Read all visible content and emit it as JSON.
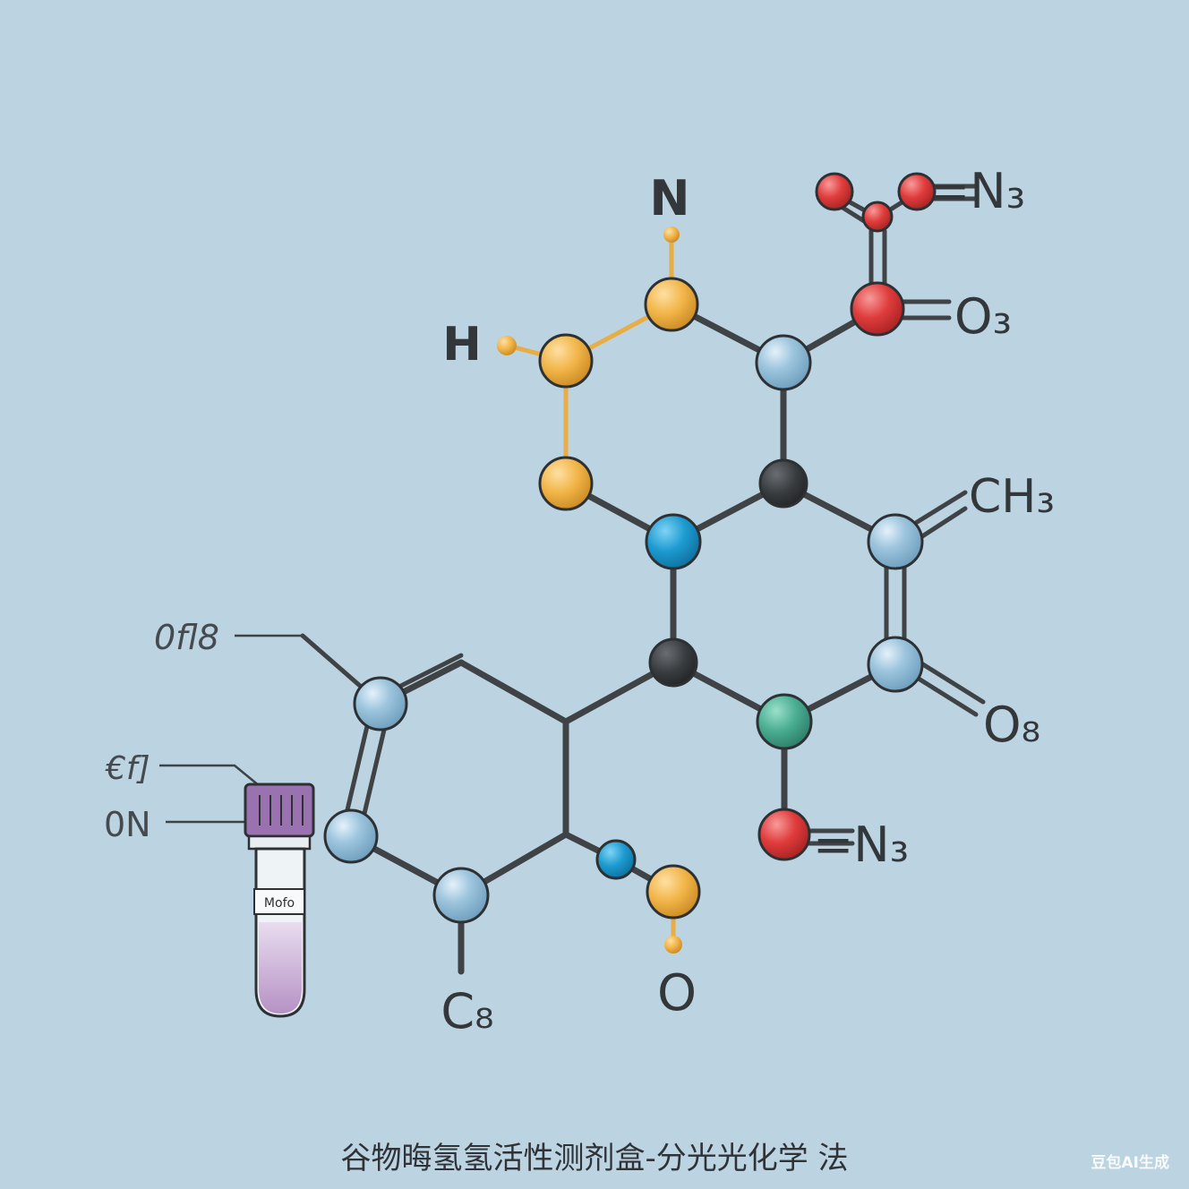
{
  "diagram": {
    "labels": {
      "n_top": "N",
      "h_left": "H",
      "n3_top": "=N₃",
      "o3_upper": "O₃",
      "ch3": "CH₃",
      "o8_right": "O₈",
      "n3_lower": "=N₃",
      "o_bottom": "O",
      "c8": "C₈",
      "left_label_1": "0fl8",
      "left_label_2": "€f]",
      "left_label_3": "0N",
      "tube_label": "Mofo"
    },
    "colors": {
      "background": "#bcd3e1",
      "bond": "#3f4346",
      "bond_yellow": "#e8ad44",
      "atom_blue_light": "#9cc4dd",
      "atom_blue_deep": "#1d9bd1",
      "atom_dark": "#3a3d40",
      "atom_green": "#4aae93",
      "atom_red": "#e03c3c",
      "atom_yellow": "#f2b64a",
      "tube_cap": "#9b72b0",
      "tube_liquid": "#c9acd2"
    }
  },
  "caption": "谷物晦氢氢活性测剂盒-分光光化学 法",
  "watermark": "豆包AI生成"
}
